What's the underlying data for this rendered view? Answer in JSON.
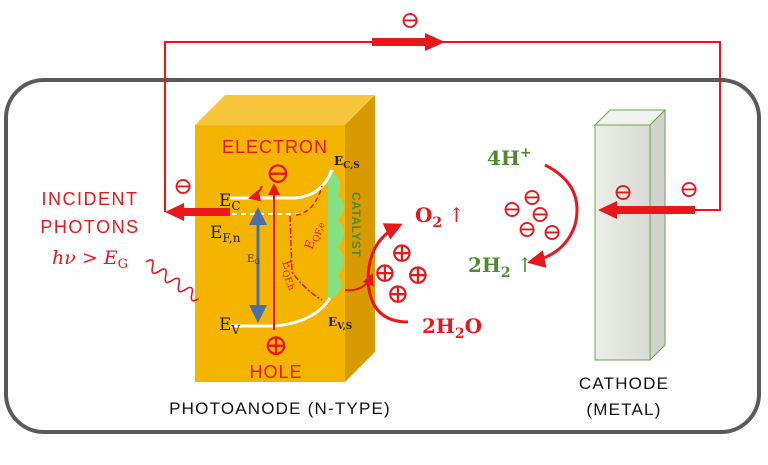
{
  "labels": {
    "electron": "ELECTRON",
    "hole": "HOLE",
    "incident_line1": "INCIDENT",
    "incident_line2": "PHOTONS",
    "photon_condition_pre": "hν > E",
    "photon_condition_sub": "G",
    "ec_main": "E",
    "ec_sub": "C",
    "efn_main": "E",
    "efn_sub": "F,n",
    "eg_main": "E",
    "eg_sub": "G",
    "ev_main": "E",
    "ev_sub": "V",
    "ecs_main": "E",
    "ecs_sub": "C,S",
    "evs_main": "E",
    "evs_sub": "V,S",
    "eqfe_main": "E",
    "eqfe_sub": "QF,e",
    "eqfh_main": "E",
    "eqfh_sub": "QF,h",
    "catalyst": "CATALYST",
    "o2_main": "O",
    "o2_sub": "2",
    "o2_arrow": "↑",
    "h2o_pre": "2H",
    "h2o_sub": "2",
    "h2o_post": "O",
    "h_ion_main": "4H",
    "h_ion_sup": "+",
    "h2_pre": "2H",
    "h2_sub": "2",
    "h2_arrow": "↑",
    "photoanode": "PHOTOANODE (N-TYPE)",
    "cathode_line1": "CATHODE",
    "cathode_line2": "(METAL)",
    "minus_symbol": "⊖",
    "plus_symbol": "⊕"
  },
  "colors": {
    "red": "#e8171b",
    "green": "#4e8a2e",
    "photoanode_front": "#f5b400",
    "photoanode_side": "#d99a00",
    "photoanode_top": "#f7c63c",
    "cathode_front": "#e6e8e4",
    "cathode_side": "#cfd3cc",
    "outline": "#555555",
    "catalyst": "#7ee38a"
  }
}
